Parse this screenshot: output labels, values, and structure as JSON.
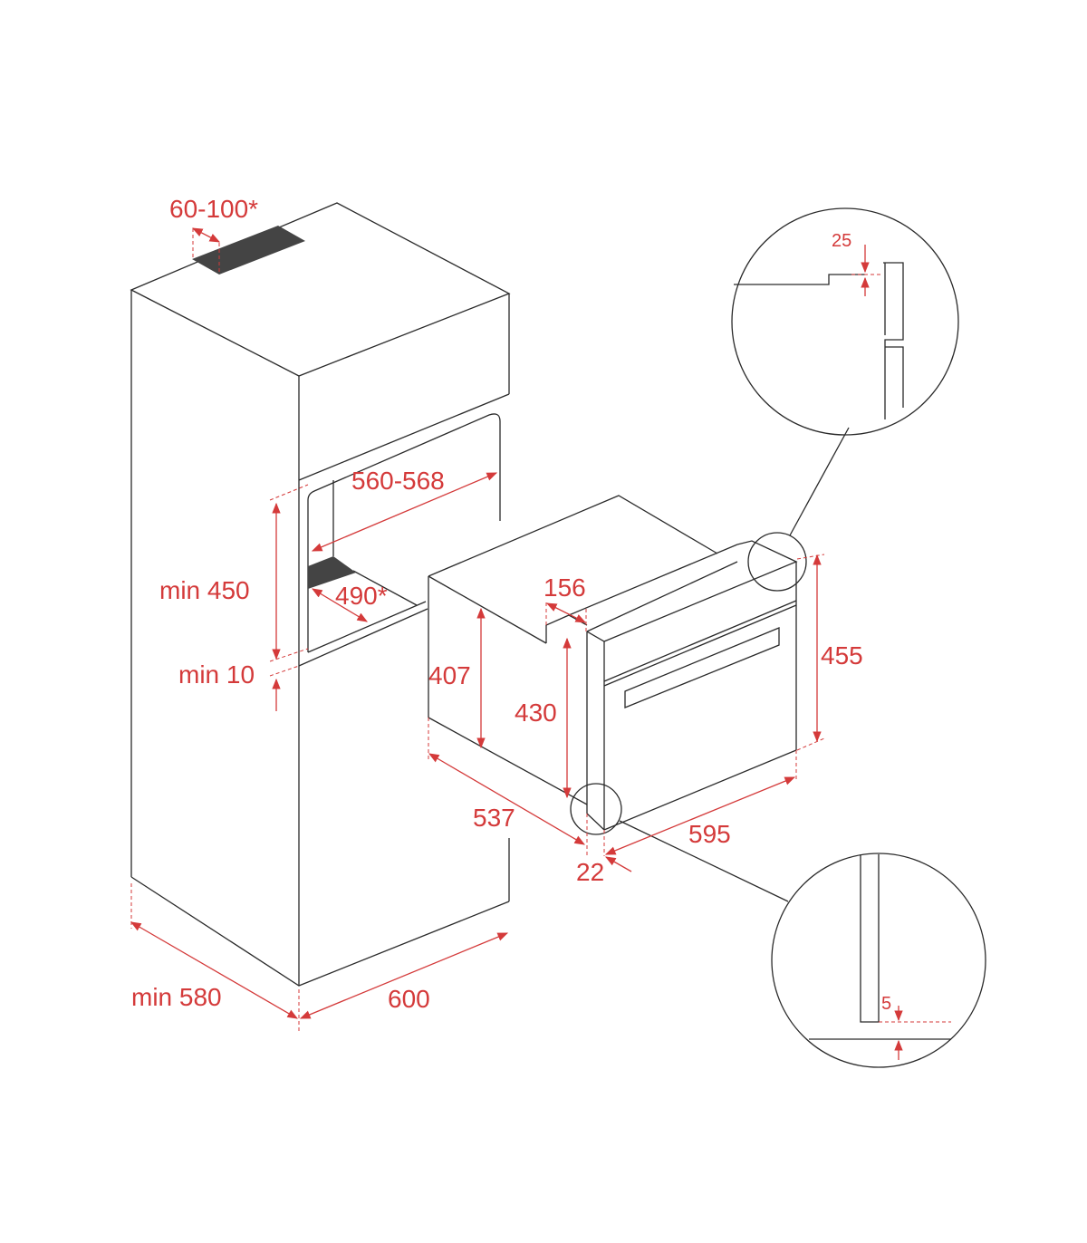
{
  "dimensions": {
    "vent_top": "60-100*",
    "niche_width": "560-568",
    "vent_depth": "490*",
    "niche_height": "min 450",
    "gap_below": "min 10",
    "cabinet_depth": "min 580",
    "cabinet_width": "600",
    "oven_side_height": "407",
    "oven_body_height": "430",
    "notch_depth": "156",
    "front_height": "455",
    "oven_depth": "537",
    "front_thickness": "22",
    "front_width": "595",
    "detail_top_gap": "25",
    "detail_bottom_gap": "5"
  },
  "colors": {
    "dimension": "#d43a3a",
    "line": "#2a2a2a",
    "vent": "#444444"
  }
}
